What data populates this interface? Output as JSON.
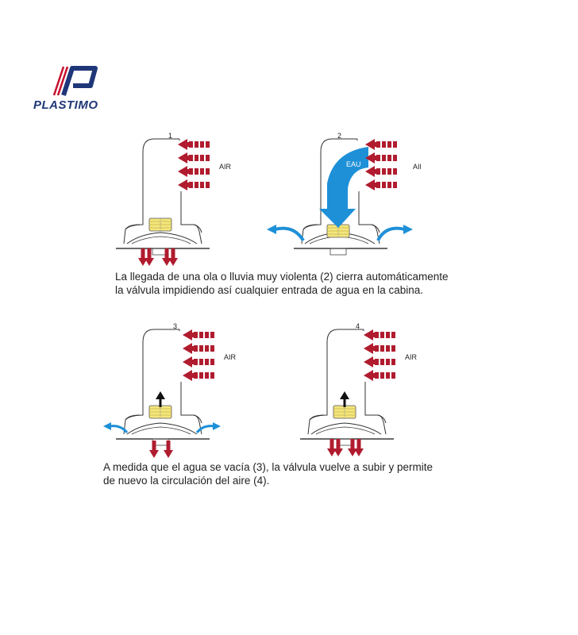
{
  "logo": {
    "brand": "PLASTIMO",
    "icon": "plastimo-flag-logo-icon"
  },
  "panels": [
    {
      "number": "1",
      "air_label": "AIR"
    },
    {
      "number": "2",
      "air_label": "AIR",
      "water_label": "EAU"
    },
    {
      "number": "3",
      "air_label": "AIR"
    },
    {
      "number": "4",
      "air_label": "AIR"
    }
  ],
  "captions": {
    "top": {
      "line1": "La llegada de una ola o lluvia muy violenta (2) cierra automáticamente",
      "line2": "la válvula impidiendo así cualquier entrada de agua en la cabina."
    },
    "bottom": {
      "line1": "A medida que el agua se vacía (3), la válvula vuelve a subir y permite",
      "line2": "de nuevo la circulación del aire (4)."
    }
  },
  "colors": {
    "air_arrow": "#b01c2e",
    "water": "#1e90d8",
    "valve": "#f3e680",
    "outline": "#333333",
    "brand": "#1f3778",
    "brand_red": "#c8102e"
  }
}
